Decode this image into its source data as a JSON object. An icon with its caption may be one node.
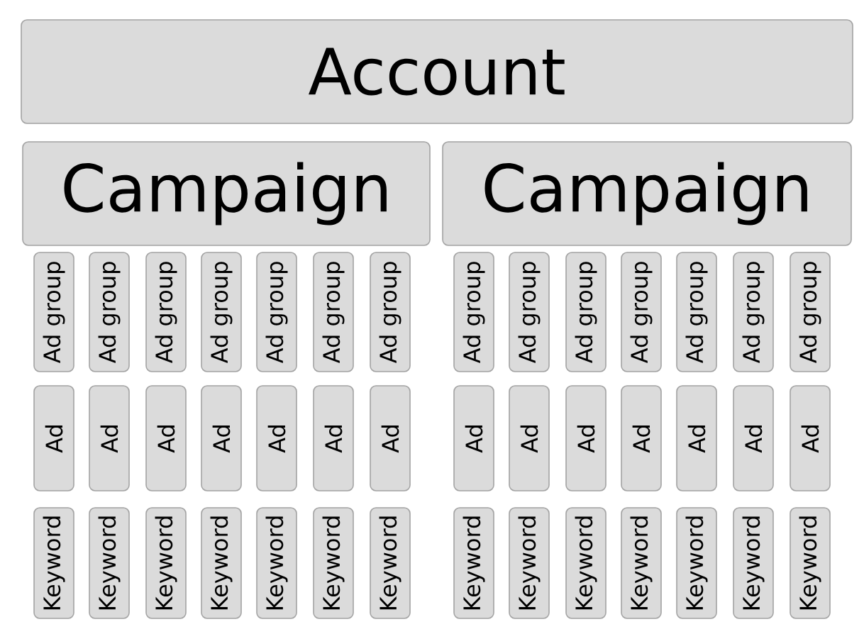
{
  "diagram": {
    "nodes": [
      {
        "text": [
          "Account"
        ]
      },
      {
        "text": [
          "Campaign"
        ]
      },
      {
        "text": [
          "Campaign"
        ]
      },
      {
        "text": [
          "Ad group"
        ]
      },
      {
        "text": [
          "Ad group"
        ]
      },
      {
        "text": [
          "Ad group"
        ]
      },
      {
        "text": [
          "Ad group"
        ]
      },
      {
        "text": [
          "Ad group"
        ]
      },
      {
        "text": [
          "Ad group"
        ]
      },
      {
        "text": [
          "Ad group"
        ]
      },
      {
        "text": [
          "Ad group"
        ]
      },
      {
        "text": [
          "Ad group"
        ]
      },
      {
        "text": [
          "Ad group"
        ]
      },
      {
        "text": [
          "Ad group"
        ]
      },
      {
        "text": [
          "Ad group"
        ]
      },
      {
        "text": [
          "Ad group"
        ]
      },
      {
        "text": [
          "Ad group"
        ]
      },
      {
        "text": [
          "Ad"
        ]
      },
      {
        "text": [
          "Ad"
        ]
      },
      {
        "text": [
          "Ad"
        ]
      },
      {
        "text": [
          "Ad"
        ]
      },
      {
        "text": [
          "Ad"
        ]
      },
      {
        "text": [
          "Ad"
        ]
      },
      {
        "text": [
          "Ad"
        ]
      },
      {
        "text": [
          "Ad"
        ]
      },
      {
        "text": [
          "Ad"
        ]
      },
      {
        "text": [
          "Ad"
        ]
      },
      {
        "text": [
          "Ad"
        ]
      },
      {
        "text": [
          "Ad"
        ]
      },
      {
        "text": [
          "Ad"
        ]
      },
      {
        "text": [
          "Ad"
        ]
      },
      {
        "text": [
          "Keyword"
        ]
      },
      {
        "text": [
          "Keyword"
        ]
      },
      {
        "text": [
          "Keyword"
        ]
      },
      {
        "text": [
          "Keyword"
        ]
      },
      {
        "text": [
          "Keyword"
        ]
      },
      {
        "text": [
          "Keyword"
        ]
      },
      {
        "text": [
          "Keyword"
        ]
      },
      {
        "text": [
          "Keyword"
        ]
      },
      {
        "text": [
          "Keyword"
        ]
      },
      {
        "text": [
          "Keyword"
        ]
      },
      {
        "text": [
          "Keyword"
        ]
      },
      {
        "text": [
          "Keyword"
        ]
      },
      {
        "text": [
          "Keyword"
        ]
      },
      {
        "text": [
          "Keyword"
        ]
      }
    ]
  }
}
